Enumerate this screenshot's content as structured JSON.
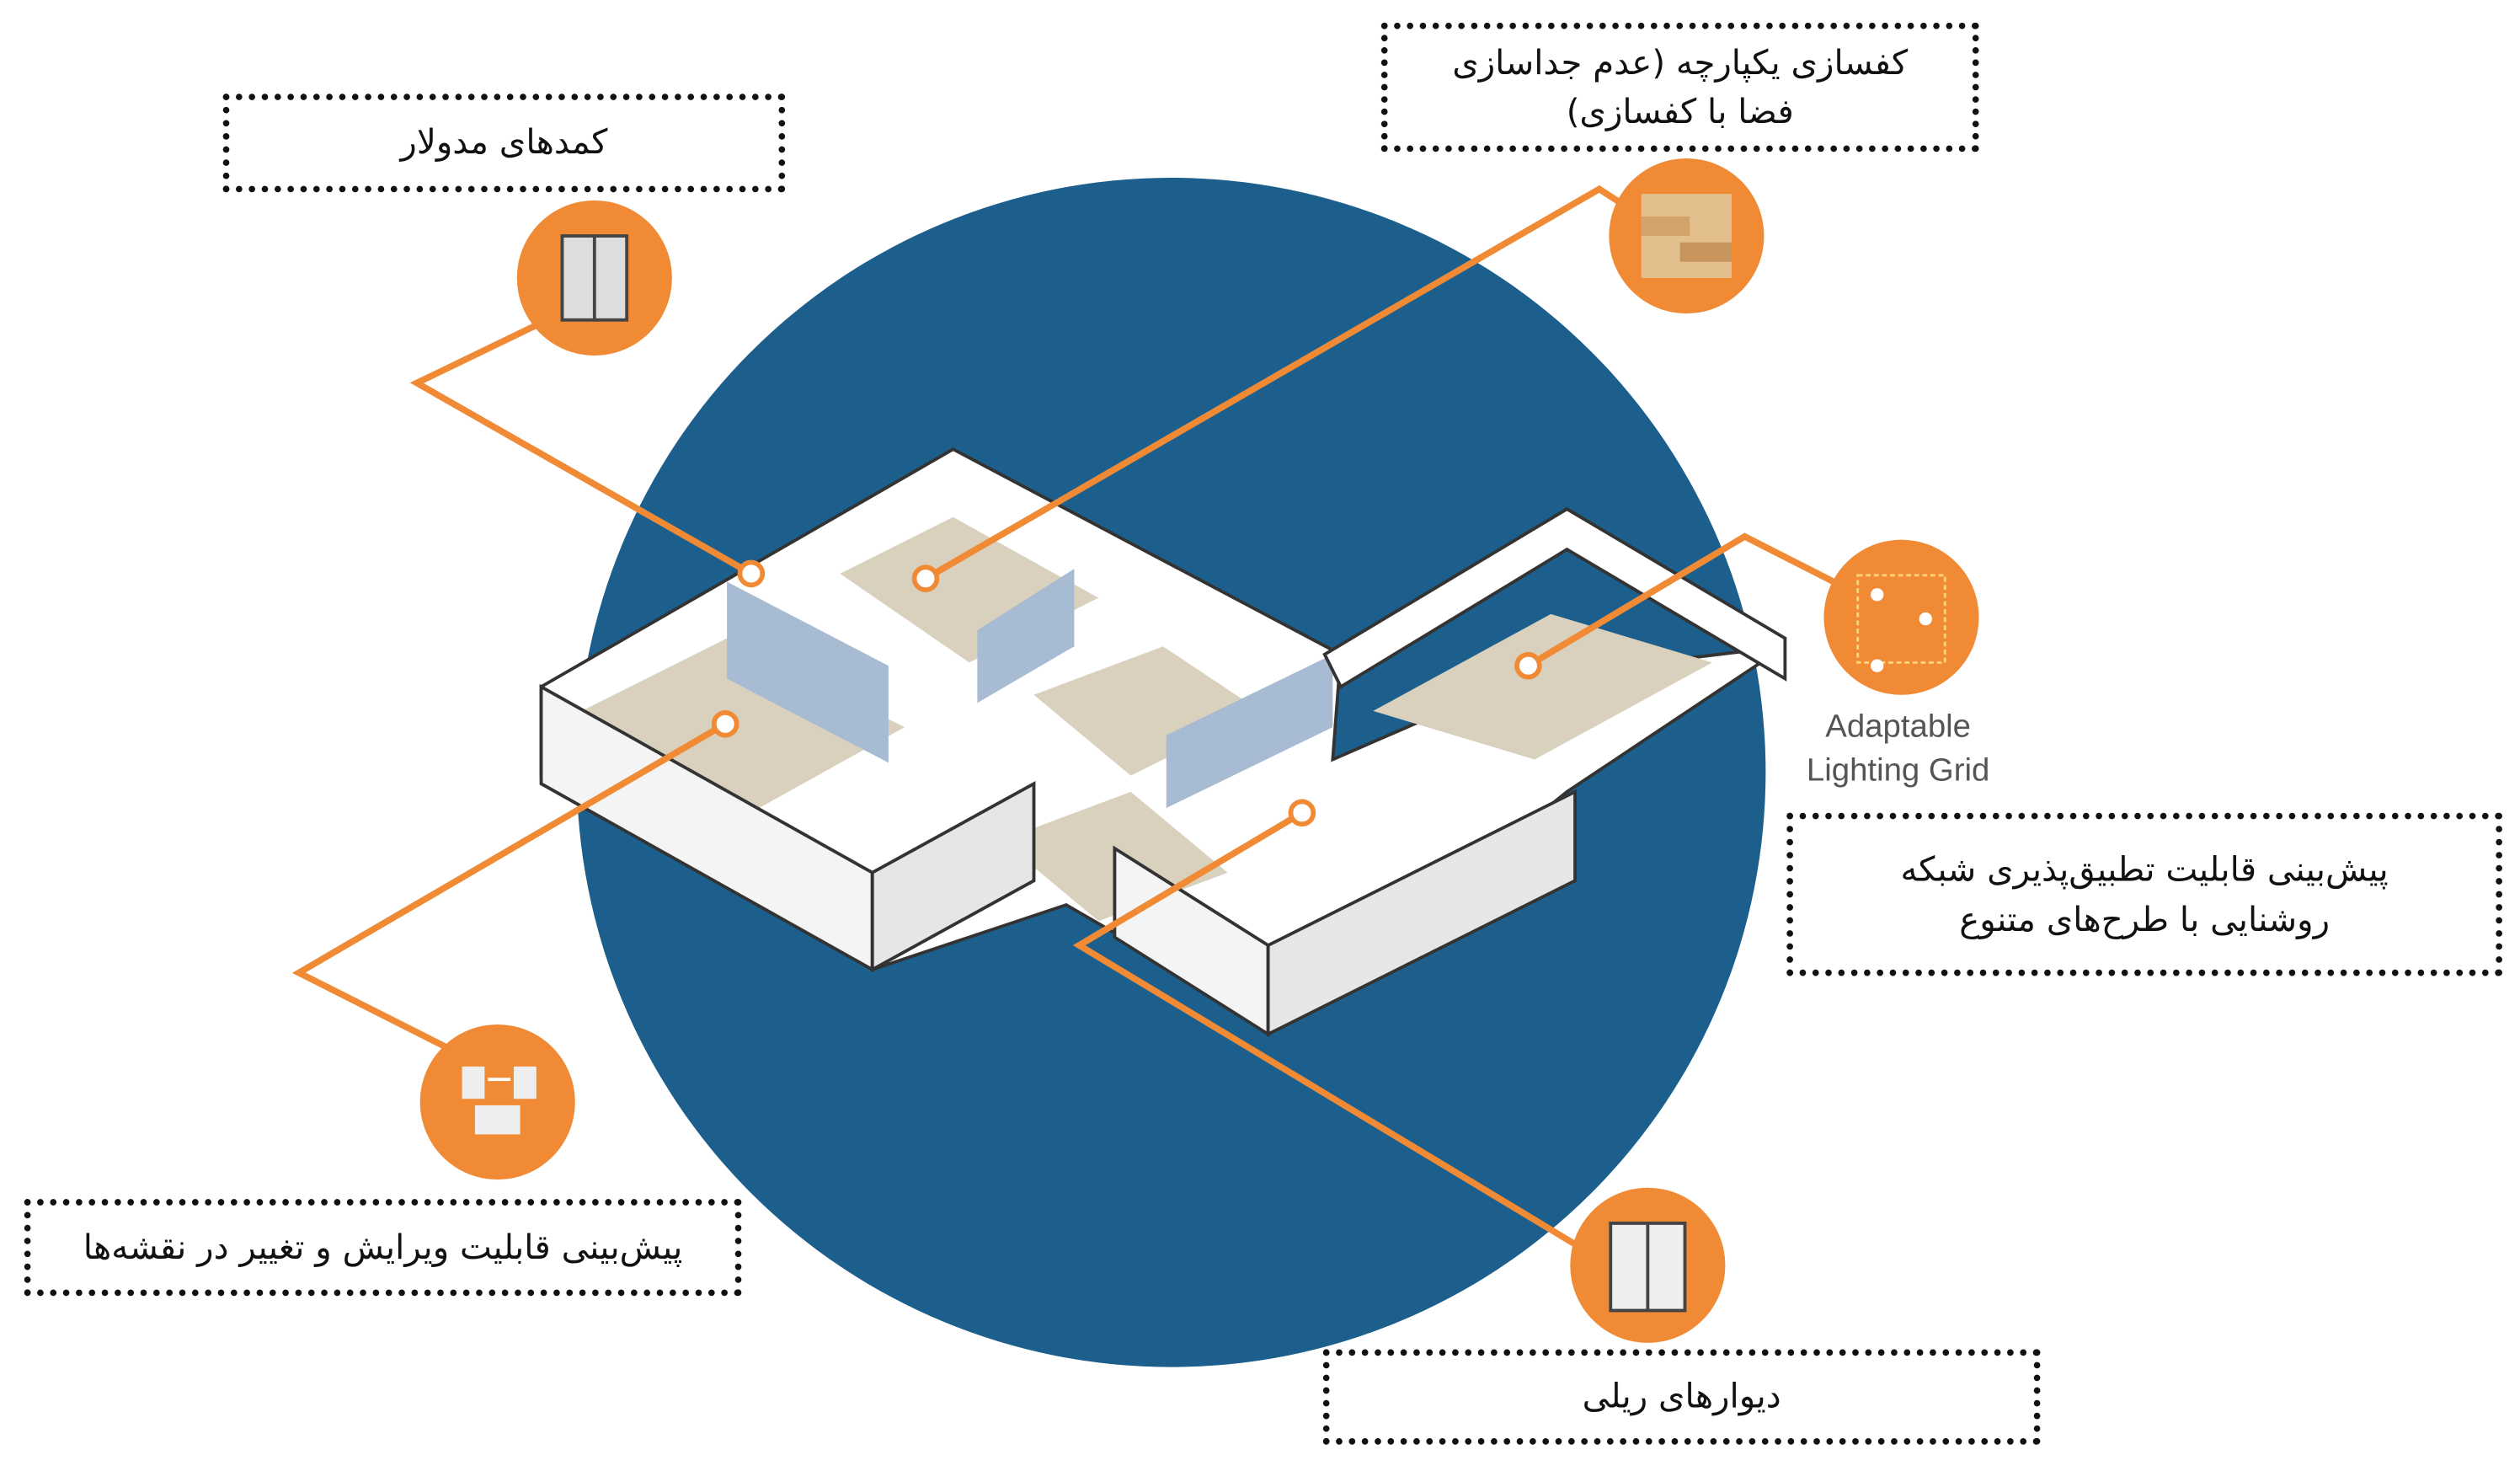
{
  "colors": {
    "circle": "#1c5f8c",
    "accent": "#f08a35",
    "floor": "#d9d1bd",
    "partition": "#a7bbd3",
    "wall": "#ffffff",
    "line": "#f08a35"
  },
  "callouts": [
    {
      "id": "modular-cabinets",
      "text": "کمدهای مدولار",
      "icon": "cabinet-icon"
    },
    {
      "id": "integrated-flooring",
      "text": "کفسازی یکپارچه (عدم جداسازی فضا با کفسازی)",
      "icon": "wood-floor-icon"
    },
    {
      "id": "lighting-grid",
      "text": "پیش‌بینی قابلیت تطبیق‌پذیری شبکه روشنایی با طرح‌های متنوع",
      "icon": "lighting-grid-icon"
    },
    {
      "id": "editable-plans",
      "text": "پیش‌بینی قابلیت ویرایش و تغییر در نقشه‌ها",
      "icon": "layout-change-icon"
    },
    {
      "id": "sliding-walls",
      "text": "دیوارهای ریلی",
      "icon": "sliding-door-icon"
    }
  ],
  "english_label": {
    "line1": "Adaptable",
    "line2": "Lighting Grid"
  }
}
